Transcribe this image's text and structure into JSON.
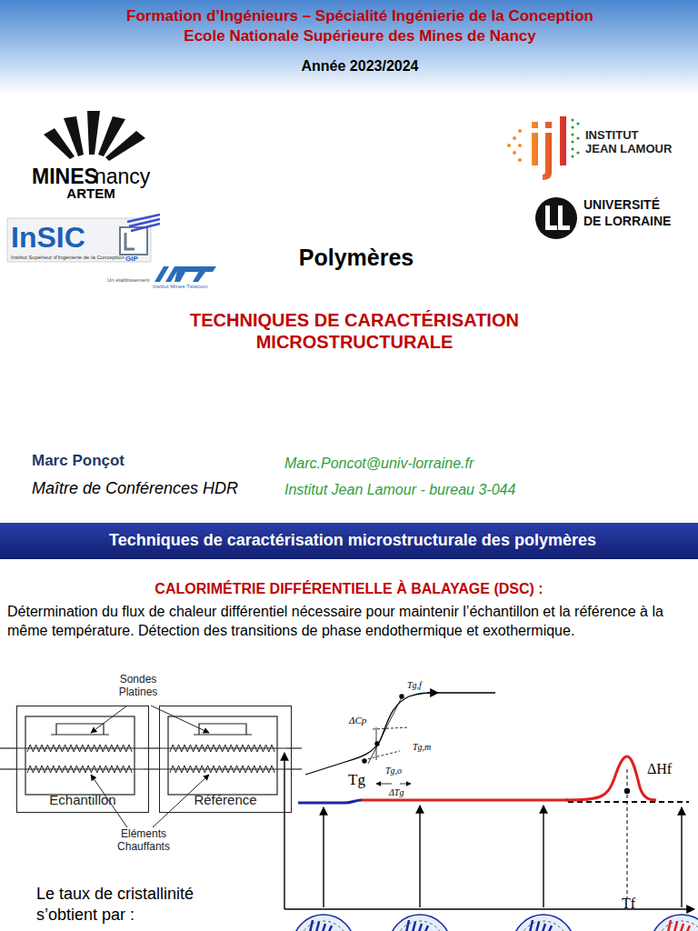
{
  "diagram": {
    "title": "Polymères",
    "nodes": [
      {
        "text": [
          "Formation d’Ingénieurs – Spécialité Ingénierie de la Conception",
          "Ecole Nationale Supérieure des Mines de Nancy",
          "Année 2023/2024"
        ]
      },
      {
        "text": [
          "Techniques de caractérisation microstructurale des polymères"
        ]
      },
      {
        "text": [
          "Echantillon"
        ]
      },
      {
        "text": [
          "Référence"
        ]
      }
    ],
    "labels": [
      "MINES",
      "nancy",
      "ARTEM",
      "InSIC",
      "GIP",
      "Institut Supérieur d’Ingénierie de la Conception",
      "Un établissement",
      "Institut Mines-Télécom",
      "INSTITUT",
      "JEAN LAMOUR",
      "UNIVERSITÉ",
      "DE LORRAINE",
      "TECHNIQUES DE CARACTÉRISATION MICROSTRUCTURALE",
      "Marc Ponçot",
      "Maître de Conférences HDR",
      "Marc.Poncot@univ-lorraine.fr",
      "Institut Jean Lamour - bureau 3-044",
      "CALORIMÉTRIE DIFFÉRENTIELLE À BALAYAGE (DSC) :",
      "Détermination du flux de chaleur différentiel nécessaire pour maintenir l’échantillon et la référence à la même température. Détection des transitions de phase endothermique et exothermique.",
      "Sondes Platines",
      "Eléments Chauffants",
      "Le taux de cristallinité s’obtient par :",
      "Tg,f",
      "ΔCp",
      "Tg,m",
      "Tg,o",
      "ΔTg",
      "Tg",
      "ΔHf",
      "Tf"
    ]
  }
}
